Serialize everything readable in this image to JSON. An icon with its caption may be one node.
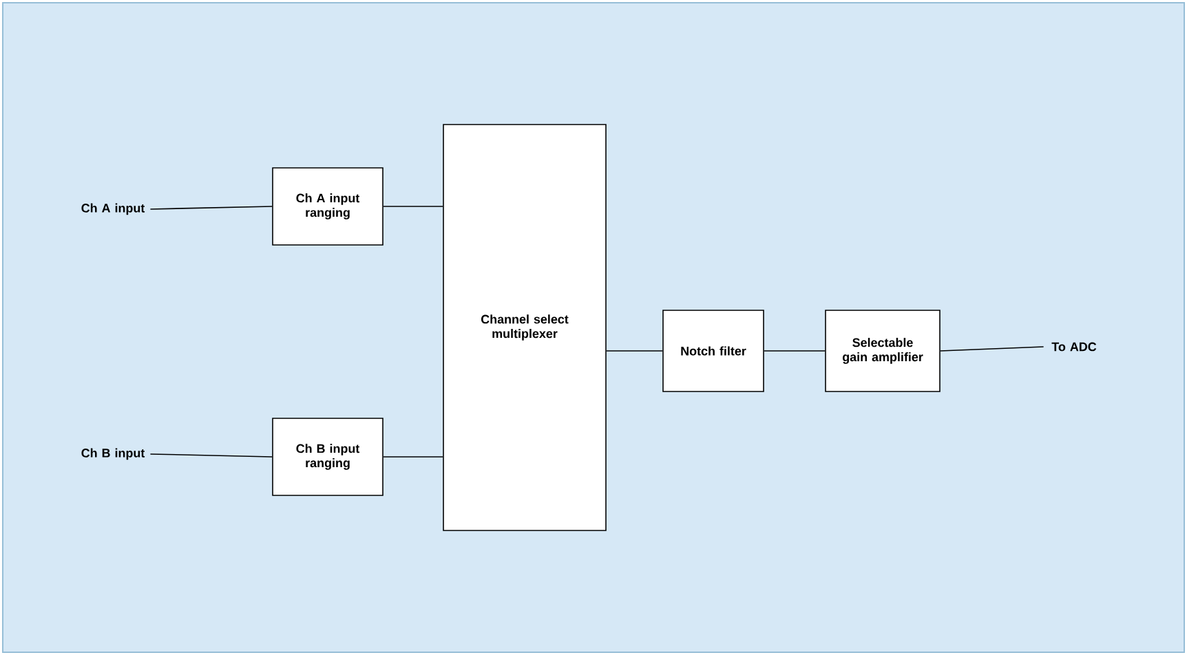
{
  "diagram": {
    "nodes": [
      {
        "text": [
          "Ch A input"
        ]
      },
      {
        "text": [
          "Ch A input ranging"
        ]
      },
      {
        "text": [
          "Ch B input"
        ]
      },
      {
        "text": [
          "Ch B input ranging"
        ]
      },
      {
        "text": [
          "Channel select multiplexer"
        ]
      },
      {
        "text": [
          "Notch filter"
        ]
      },
      {
        "text": [
          "Selectable gain amplifier"
        ]
      },
      {
        "text": [
          "To ADC"
        ]
      }
    ],
    "edges": [
      {
        "from": 0,
        "to": 1,
        "arrow": "none"
      },
      {
        "from": 1,
        "to": 4,
        "arrow": "none"
      },
      {
        "from": 2,
        "to": 3,
        "arrow": "none"
      },
      {
        "from": 3,
        "to": 4,
        "arrow": "none"
      },
      {
        "from": 4,
        "to": 5,
        "arrow": "none"
      },
      {
        "from": 5,
        "to": 6,
        "arrow": "none"
      },
      {
        "from": 6,
        "to": 7,
        "arrow": "none"
      }
    ]
  }
}
